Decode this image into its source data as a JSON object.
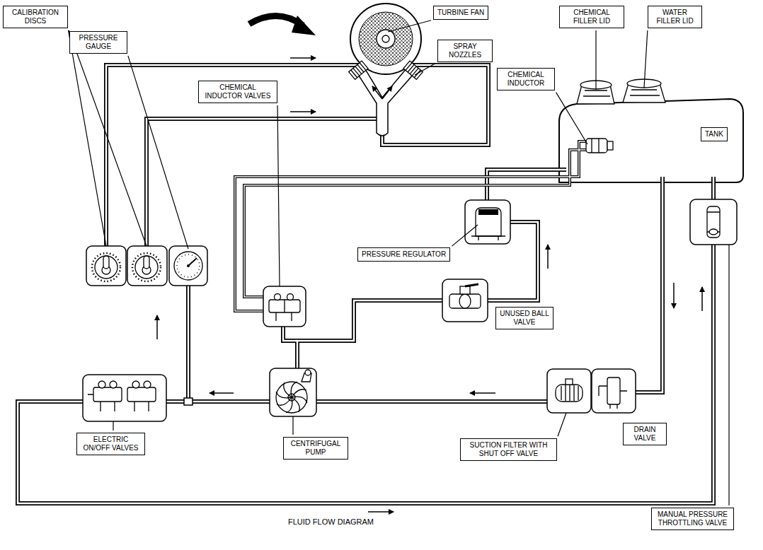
{
  "diagram": {
    "caption": "FLUID FLOW DIAGRAM",
    "nodes": [
      {
        "text": [
          "CALIBRATION DISCS"
        ]
      },
      {
        "text": [
          "TURBINE FAN"
        ]
      },
      {
        "text": [
          "CHEMICAL FILLER LID"
        ]
      },
      {
        "text": [
          "WATER FILLER LID"
        ]
      },
      {
        "text": [
          "PRESSURE GAUGE"
        ]
      },
      {
        "text": [
          "SPRAY NOZZLES"
        ]
      },
      {
        "text": [
          "CHEMICAL INDUCTOR VALVES"
        ]
      },
      {
        "text": [
          "CHEMICAL INDUCTOR"
        ]
      },
      {
        "text": [
          "TANK"
        ]
      },
      {
        "text": [
          "PRESSURE REGULATOR"
        ]
      },
      {
        "text": [
          "UNUSED BALL VALVE"
        ]
      },
      {
        "text": [
          "ELECTRIC ON/OFF VALVES"
        ]
      },
      {
        "text": [
          "CENTRIFUGAL PUMP"
        ]
      },
      {
        "text": [
          "SUCTION FILTER WITH SHUT OFF VALVE"
        ]
      },
      {
        "text": [
          "DRAIN VALVE"
        ]
      },
      {
        "text": [
          "MANUAL PRESSURE THROTTLING VALVE"
        ]
      }
    ]
  }
}
